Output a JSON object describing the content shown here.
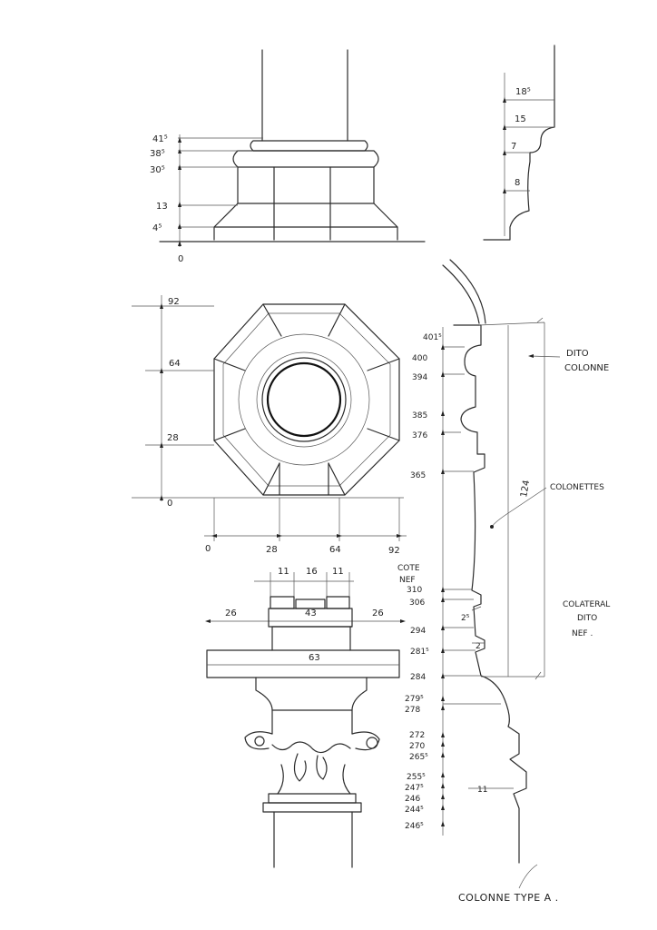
{
  "base_elevation": {
    "labels": [
      "41⁵",
      "38⁵",
      "30⁵",
      "13",
      "4⁵",
      "0"
    ]
  },
  "profile_detail": {
    "labels": [
      "18⁵",
      "15",
      "7",
      "8"
    ]
  },
  "plan": {
    "y_labels": [
      "92",
      "64",
      "28",
      "0"
    ],
    "x_labels": [
      "0",
      "28",
      "64",
      "92"
    ]
  },
  "capital": {
    "top_dims": [
      "11",
      "16",
      "11"
    ],
    "row_dims": [
      "26",
      "43",
      "26"
    ],
    "width_dim": "63"
  },
  "section": {
    "heights": [
      "401⁵",
      "400",
      "394",
      "385",
      "376",
      "365",
      "310",
      "306",
      "294",
      "281⁵",
      "284",
      "279⁵",
      "278",
      "272",
      "270",
      "265⁵",
      "255⁵",
      "247⁵",
      "246",
      "244⁵",
      "246⁵"
    ],
    "side_dims": [
      "2⁵",
      "2",
      "11"
    ],
    "vertical_dim": "124"
  },
  "notes": {
    "dito_colonne": [
      "DITO",
      "COLONNE"
    ],
    "colonettes": "COLONETTES",
    "cote_nef": [
      "COTE",
      "NEF"
    ],
    "colateral": [
      "COLATERAL",
      "DITO",
      "NEF ."
    ],
    "title": "COLONNE TYPE A ."
  }
}
